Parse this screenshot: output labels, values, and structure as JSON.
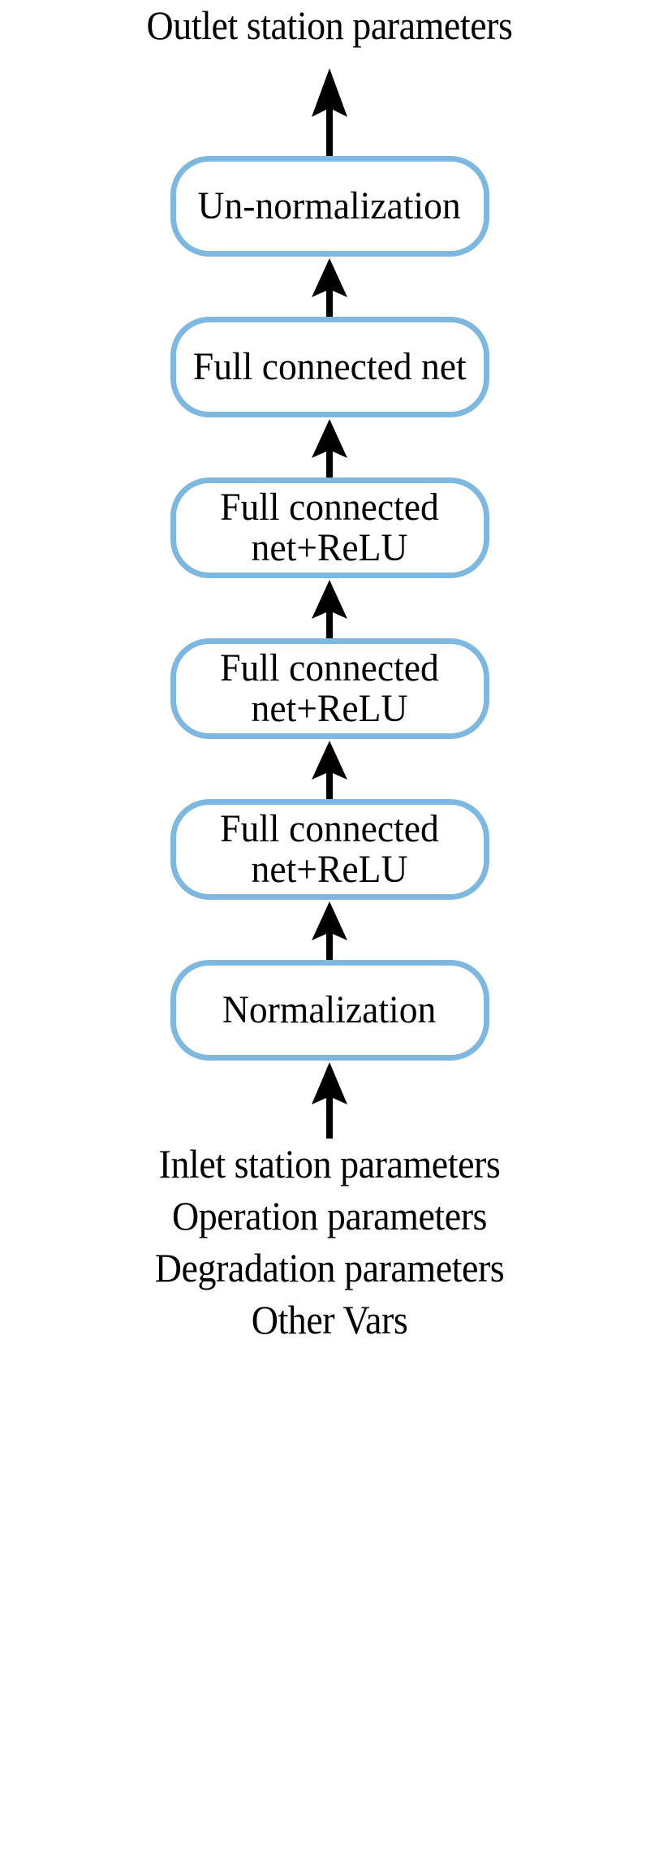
{
  "diagram": {
    "title": "Neural network architecture flow diagram",
    "orientation": "bottom-to-top",
    "accent_color": "#7FB8DF",
    "text_color": "#000000",
    "background_color": "#FFFFFF",
    "output_caption": {
      "lines": [
        "Outlet station parameters"
      ]
    },
    "input_caption": {
      "lines": [
        "Inlet station parameters",
        "Operation parameters",
        "Degradation parameters",
        "Other Vars"
      ]
    },
    "nodes": [
      {
        "id": "un-normalization",
        "label": "Un-normalization",
        "lines": 1
      },
      {
        "id": "full-connected-net",
        "label": "Full connected net",
        "lines": 1
      },
      {
        "id": "fc-relu-3",
        "label": "Full connected\nnet+ReLU",
        "lines": 2
      },
      {
        "id": "fc-relu-2",
        "label": "Full connected\nnet+ReLU",
        "lines": 2
      },
      {
        "id": "fc-relu-1",
        "label": "Full connected\nnet+ReLU",
        "lines": 2
      },
      {
        "id": "normalization",
        "label": "Normalization",
        "lines": 1
      }
    ],
    "arrows": [
      {
        "id": "arrow-to-output",
        "from": "un-normalization",
        "to": "output-caption",
        "direction": "up"
      },
      {
        "id": "arrow-fc-to-unnorm",
        "from": "full-connected-net",
        "to": "un-normalization",
        "direction": "up"
      },
      {
        "id": "arrow-relu3-to-fc",
        "from": "fc-relu-3",
        "to": "full-connected-net",
        "direction": "up"
      },
      {
        "id": "arrow-relu2-to-relu3",
        "from": "fc-relu-2",
        "to": "fc-relu-3",
        "direction": "up"
      },
      {
        "id": "arrow-relu1-to-relu2",
        "from": "fc-relu-1",
        "to": "fc-relu-2",
        "direction": "up"
      },
      {
        "id": "arrow-norm-to-relu1",
        "from": "normalization",
        "to": "fc-relu-1",
        "direction": "up"
      },
      {
        "id": "arrow-input-to-norm",
        "from": "input-caption",
        "to": "normalization",
        "direction": "up"
      }
    ]
  }
}
